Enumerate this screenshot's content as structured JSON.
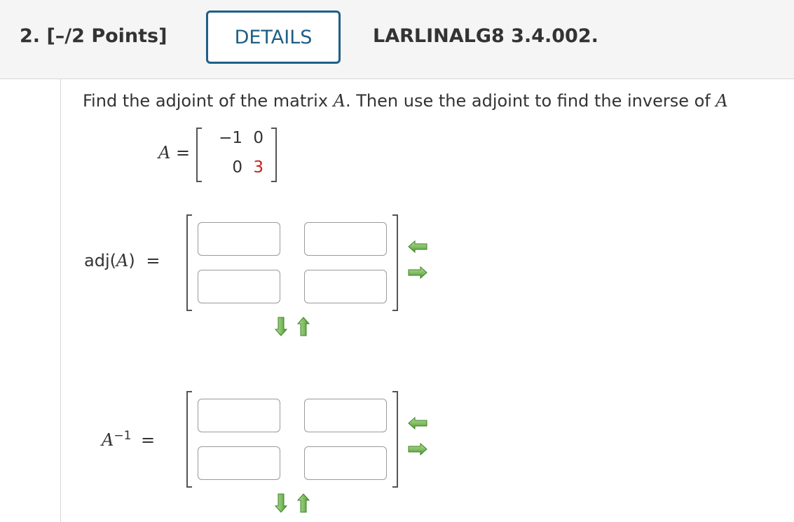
{
  "header": {
    "question_number": "2.",
    "points": "[–/2 Points]",
    "details_label": "DETAILS",
    "problem_code": "LARLINALG8 3.4.002."
  },
  "prompt": {
    "text_before": "Find the adjoint of the matrix ",
    "var1": "A",
    "text_middle": ". Then use the adjoint to find the inverse of ",
    "var2": "A"
  },
  "matrix_a": {
    "label": "A",
    "equals": "=",
    "cells": [
      "−1",
      "0",
      "0",
      "3"
    ]
  },
  "adj": {
    "label_prefix": "adj(",
    "label_var": "A",
    "label_suffix": ")",
    "equals": "=",
    "inputs": [
      "",
      "",
      "",
      ""
    ]
  },
  "inverse": {
    "label_var": "A",
    "label_exp": "−1",
    "equals": "=",
    "inputs": [
      "",
      "",
      "",
      ""
    ]
  },
  "colors": {
    "accent": "#1d5f86",
    "highlight_red": "#c0241c",
    "arrow_green": "#5aa83a"
  },
  "icons": {
    "row_add": "arrow-left-icon",
    "row_remove": "arrow-right-icon",
    "col_add": "arrow-down-icon",
    "col_remove": "arrow-up-icon"
  }
}
